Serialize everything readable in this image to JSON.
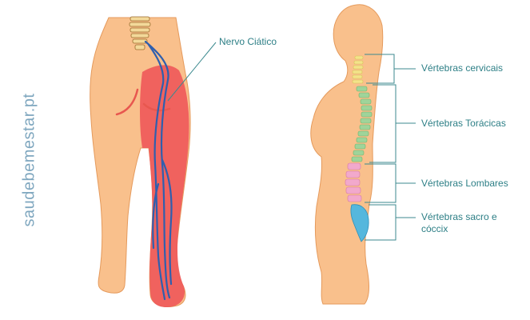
{
  "watermark": "saudebemestar.pt",
  "labels": {
    "sciatic_nerve": "Nervo Ciático",
    "cervical": "Vértebras cervicais",
    "thoracic": "Vértebras Torácicas",
    "lumbar": "Vértebras Lombares",
    "sacral": "Vértebras sacro e cóccix"
  },
  "colors": {
    "skin": "#f9c08c",
    "skin_outline": "#e59a5c",
    "inflamed_leg": "#ef5a5a",
    "nerve": "#2f5fae",
    "label_text": "#2d7f86",
    "bracket_line": "#3c8a8f",
    "watermark": "#7fa7bf",
    "spine_cervical": "#f3e38a",
    "spine_thoracic": "#9fd49a",
    "spine_lumbar": "#f2a9cc",
    "spine_sacral": "#55b7dd"
  }
}
